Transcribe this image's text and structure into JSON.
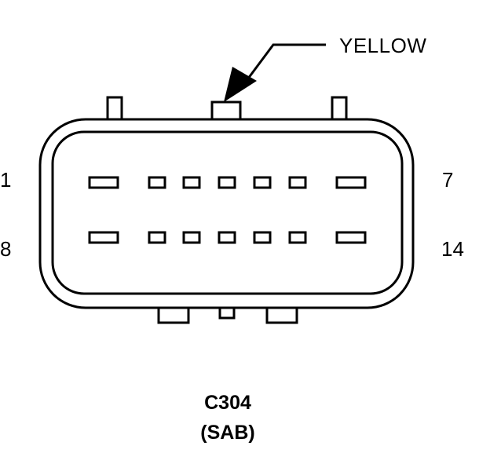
{
  "wire_color_label": "YELLOW",
  "pin_labels": {
    "top_left": "1",
    "top_right": "7",
    "bottom_left": "8",
    "bottom_right": "14"
  },
  "connector": {
    "id": "C304",
    "subtitle": "(SAB)",
    "rows": 2,
    "pins_per_row": 7,
    "pin_count": 14
  },
  "colors": {
    "line": "#000000",
    "background": "#ffffff"
  }
}
